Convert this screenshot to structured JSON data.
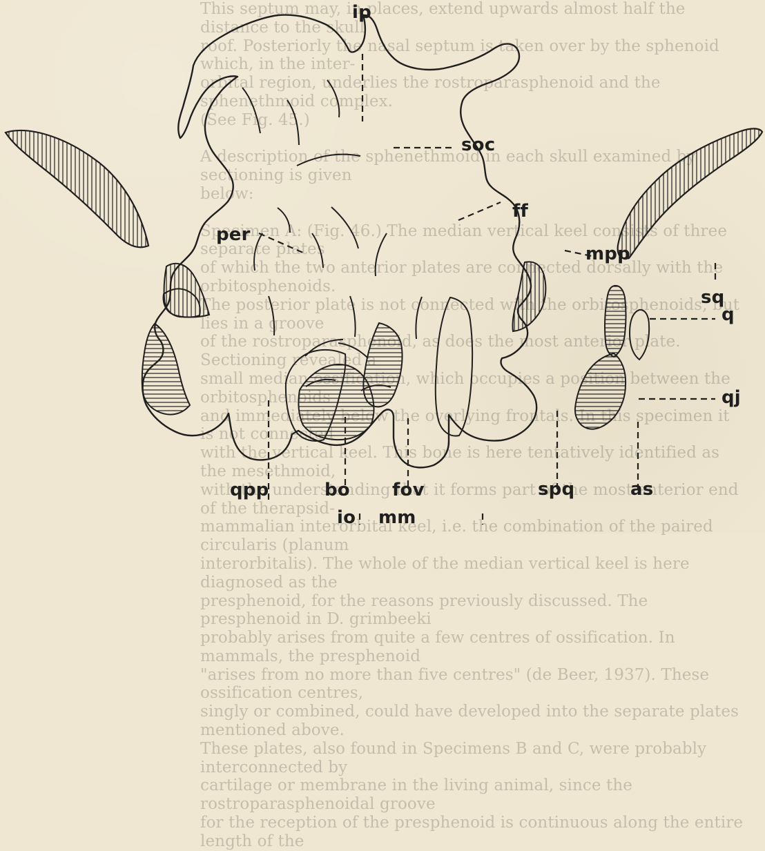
{
  "page": {
    "background_text": "This septum may, in places, extend upwards almost half the distance to the skull\nroof. Posteriorly the nasal septum is taken over by the sphenoid which, in the inter-\norbital region, underlies the rostroparasphenoid and the sphenethmoid complex.\n(See Fig. 45.)\n\nA description of the sphenethmoid in each skull examined by sectioning is given\nbelow:\n\nSpecimen A: (Fig. 46.) The median vertical keel consists of three separate plates\nof which the two anterior plates are connected dorsally with the orbitosphenoids.\nThe posterior plate is not connected with the orbitosphenoids, but lies in a groove\nof the rostroparasphenoid, as does the most anterior plate. Sectioning revealed a\nsmall median ossification, which occupies a position between the orbitosphenoids\nand immediately below the overlying frontals. In this specimen it is not connected\nwith the vertical keel. This bone is here tentatively identified as the mesethmoid,\nwith the understanding that it forms part of the most anterior end of the therapsid-\nmammalian interorbital keel, i.e. the combination of the paired circularis (planum\ninterorbitalis). The whole of the median vertical keel is here diagnosed as the\npresphenoid, for the reasons previously discussed. The presphenoid in D. grimbeeki\nprobably arises from quite a few centres of ossification. In mammals, the presphenoid\n\"arises from no more than five centres\" (de Beer, 1937). These ossification centres,\nsingly or combined, could have developed into the separate plates mentioned above.\nThese plates, also found in Specimens B and C, were probably interconnected by\ncartilage or membrane in the living animal, since the rostroparasphenoidal groove\nfor the reception of the presphenoid is continuous along the entire length of the"
  },
  "labels": {
    "ip": "ip",
    "soc": "soc",
    "ff": "ff",
    "per": "per",
    "mpp": "mpp",
    "sq": "sq",
    "q": "q",
    "qj": "qj",
    "qpp": "qpp",
    "bo": "bo",
    "fov": "fov",
    "spq": "spq",
    "as": "as",
    "io": "io",
    "mm": "mm"
  },
  "colors": {
    "ink": "#1f1f1f",
    "paper": "#efe7d2",
    "faded_text": "#0000002e"
  }
}
